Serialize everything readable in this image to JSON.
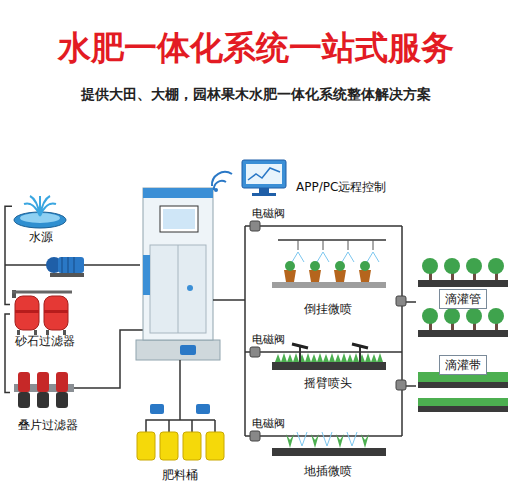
{
  "diagram": {
    "title": "水肥一体化系统一站式服务",
    "nodes": [
      {
        "text": [
          "水源"
        ]
      },
      {
        "text": [
          "砂石过滤器"
        ]
      },
      {
        "text": [
          "叠片过滤器"
        ]
      },
      {
        "text": [
          "肥料桶"
        ]
      },
      {
        "text": [
          "倒挂微喷"
        ]
      },
      {
        "text": [
          "摇臂喷头"
        ]
      },
      {
        "text": [
          "地插微喷"
        ]
      },
      {
        "text": [
          "滴灌管"
        ]
      },
      {
        "text": [
          "滴灌带"
        ]
      }
    ],
    "edges": [
      {
        "from": 0,
        "to": 1,
        "arrow": "none"
      },
      {
        "from": 1,
        "to": 2,
        "arrow": "none"
      }
    ],
    "labels": [
      "提供大田、大棚，园林果木水肥一体化系统整体解决方案",
      "APP/PC远程控制",
      "电磁阀",
      "电磁阀",
      "电磁阀"
    ]
  }
}
